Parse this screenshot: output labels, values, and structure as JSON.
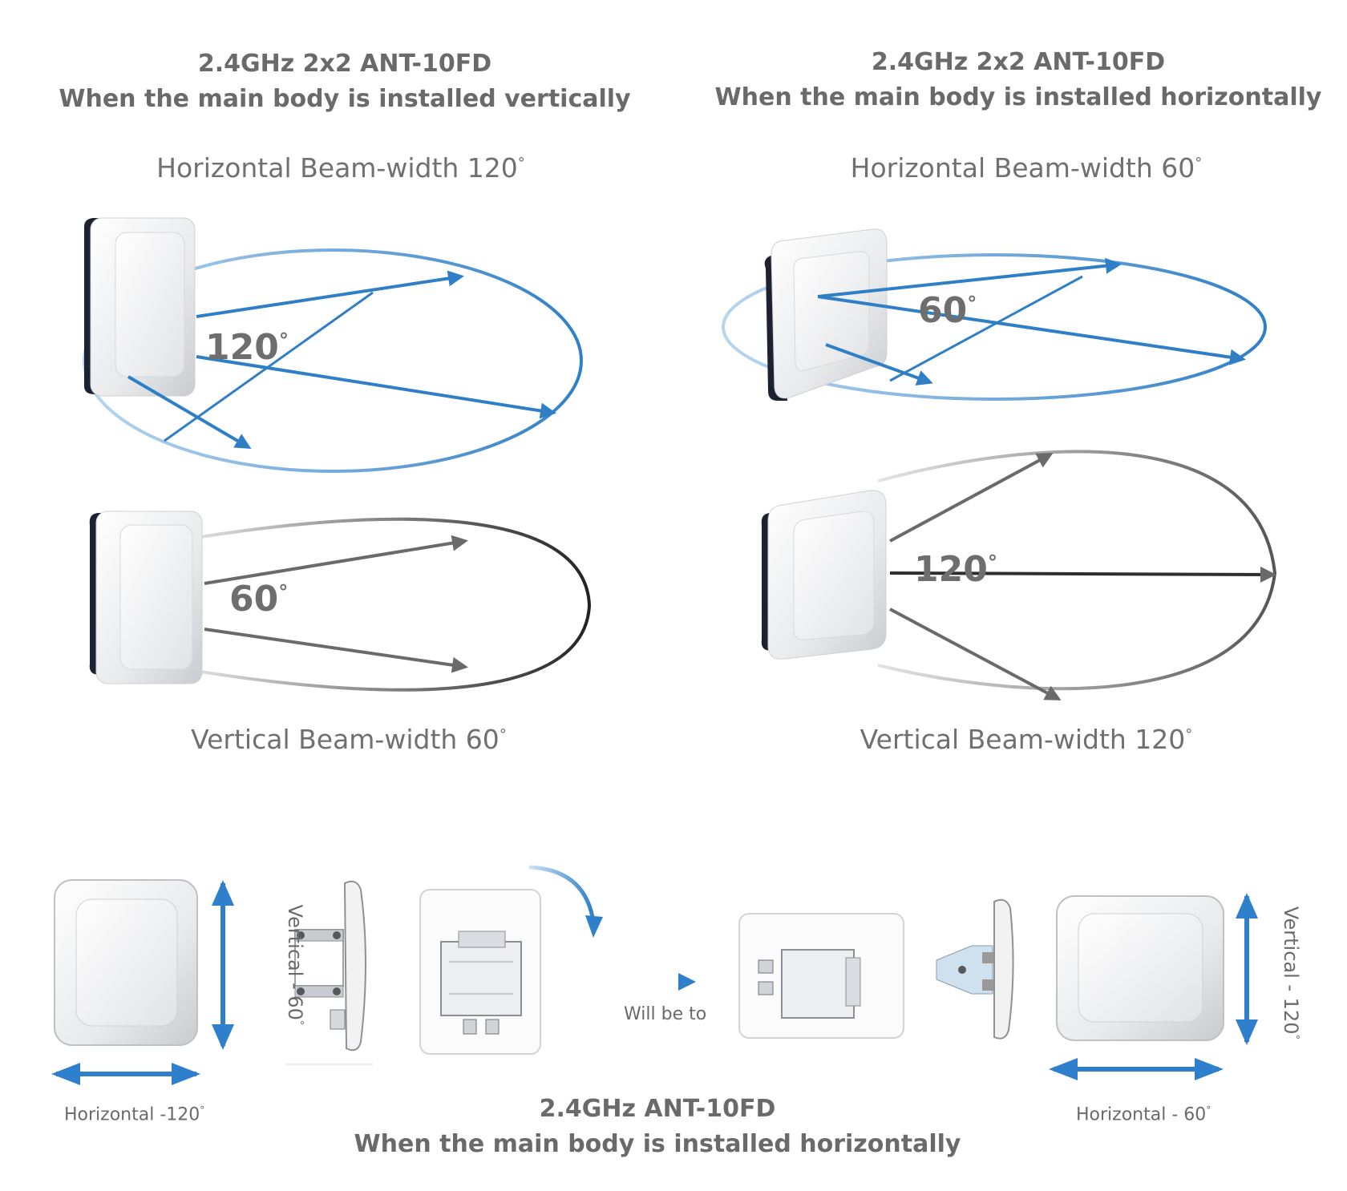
{
  "left_panel": {
    "title_line1": "2.4GHz 2x2 ANT-10FD",
    "title_line2": "When the main body is installed vertically",
    "horizontal_label": "Horizontal Beam-width 120",
    "horizontal_angle": "120",
    "vertical_angle": "60",
    "vertical_label": "Vertical Beam-width 60"
  },
  "right_panel": {
    "title_line1": "2.4GHz 2x2 ANT-10FD",
    "title_line2": "When the main body is installed horizontally",
    "horizontal_label": "Horizontal Beam-width 60",
    "horizontal_angle": "60",
    "vertical_angle": "120",
    "vertical_label": "Vertical Beam-width 120"
  },
  "bottom": {
    "vertical_left": "Vertical - 60",
    "horizontal_left": "Horizontal -120",
    "will_be_to": "Will be to",
    "vertical_right": "Vertical - 120",
    "horizontal_right": "Horizontal - 60",
    "title_line1": "2.4GHz ANT-10FD",
    "title_line2": "When the main body is installed horizontally"
  },
  "degree_symbol": "°",
  "colors": {
    "blue_beam": "#2f7fc7",
    "dark_beam": "#2b2b2b",
    "text": "#6b6b6b"
  }
}
